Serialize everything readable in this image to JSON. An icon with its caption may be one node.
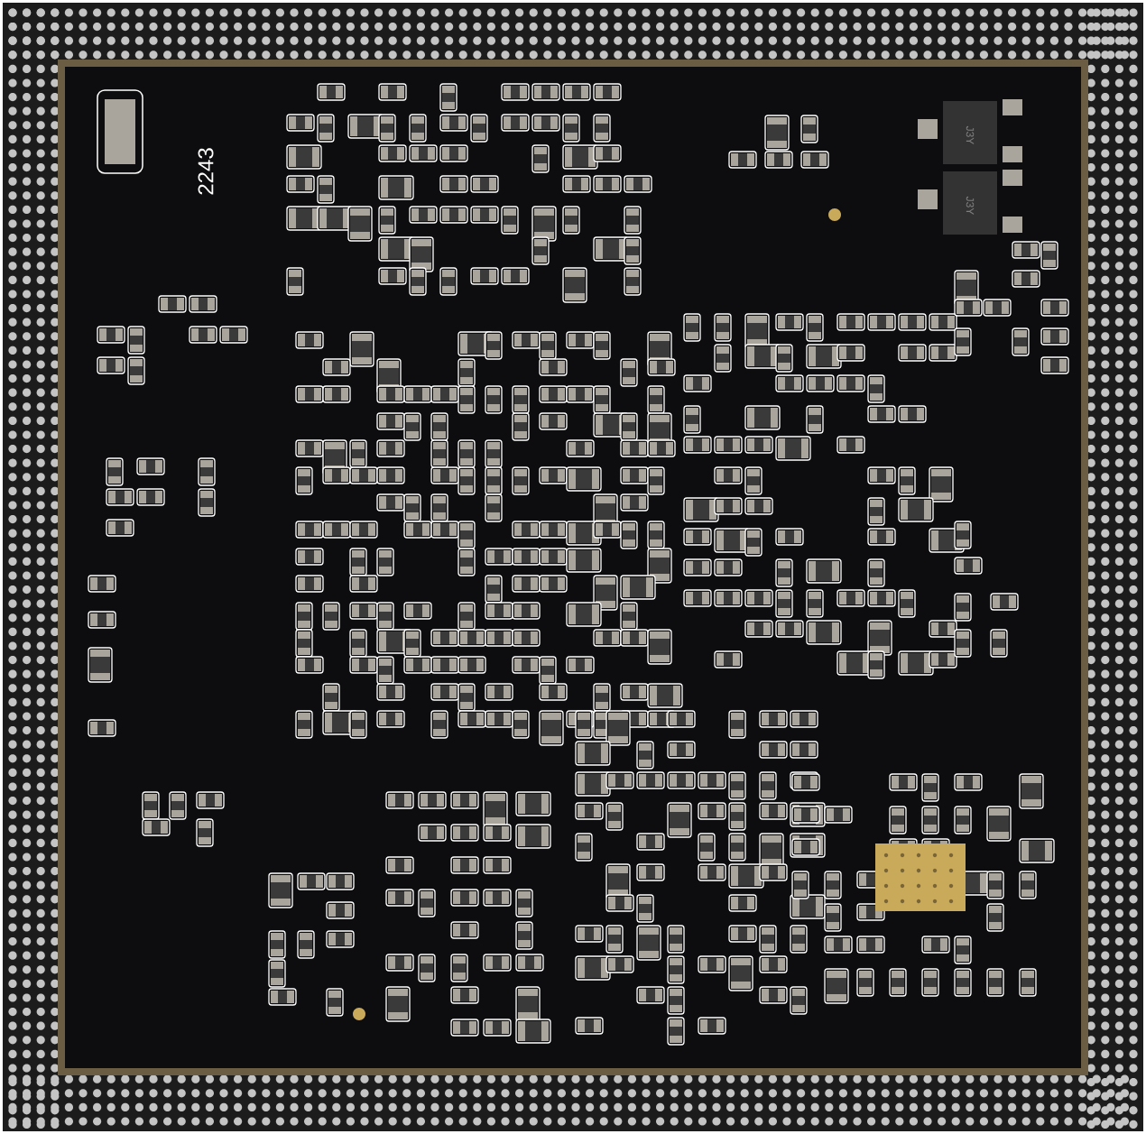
{
  "diagram": {
    "labels": [
      "2243",
      "J3Y",
      "J3Y"
    ]
  }
}
